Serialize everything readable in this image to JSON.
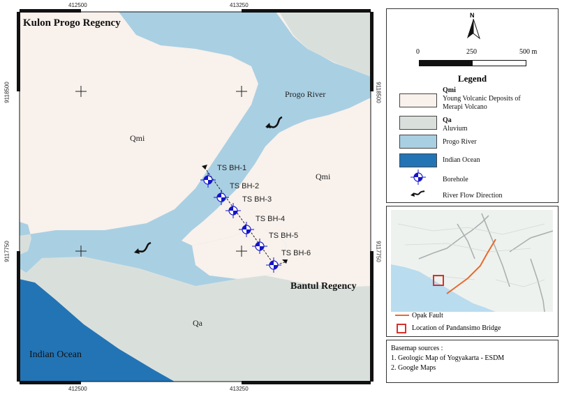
{
  "map": {
    "region_labels": {
      "kulon_progo": "Kulon Progo Regency",
      "bantul": "Bantul Regency",
      "qmi_left": "Qmi",
      "qmi_right": "Qmi",
      "qa": "Qa",
      "progo_river": "Progo River",
      "indian_ocean": "Indian Ocean"
    },
    "ticks": {
      "top_left": "412500",
      "top_right": "413250",
      "bottom_left": "412500",
      "bottom_right": "413250",
      "left_top": "9118500",
      "left_bottom": "9117750",
      "right_top": "9118500",
      "right_bottom": "9117750"
    },
    "boreholes": [
      "TS BH-1",
      "TS BH-2",
      "TS BH-3",
      "TS BH-4",
      "TS BH-5",
      "TS BH-6"
    ],
    "colors": {
      "qmi": "#f8f1ec",
      "qa": "#d9e0dc",
      "river": "#a9cfe2",
      "ocean": "#2374b5",
      "borehole": "#1515c8"
    }
  },
  "scale": {
    "north": "N",
    "labels": [
      "0",
      "250",
      "500 m"
    ]
  },
  "legend": {
    "title": "Legend",
    "items": [
      {
        "code": "Qmi",
        "label": "Young Volcanic Deposits of",
        "label2": "Merapi Volcano"
      },
      {
        "code": "Qa",
        "label": "Aluvium"
      },
      {
        "label": "Progo River"
      },
      {
        "label": "Indian Ocean"
      },
      {
        "label": "Borehole"
      },
      {
        "label": "River Flow Direction"
      }
    ]
  },
  "inset": {
    "opak": "Opak Fault",
    "bridge": "Location of Pandansimo Bridge",
    "colors": {
      "fault": "#e8692c",
      "bridge": "#d9302a",
      "sea": "#b9dcef",
      "land": "#eef2ee"
    }
  },
  "sources": {
    "title": "Basemap sources :",
    "items": [
      "1. Geologic Map of Yogyakarta - ESDM",
      "2. Google Maps"
    ]
  }
}
